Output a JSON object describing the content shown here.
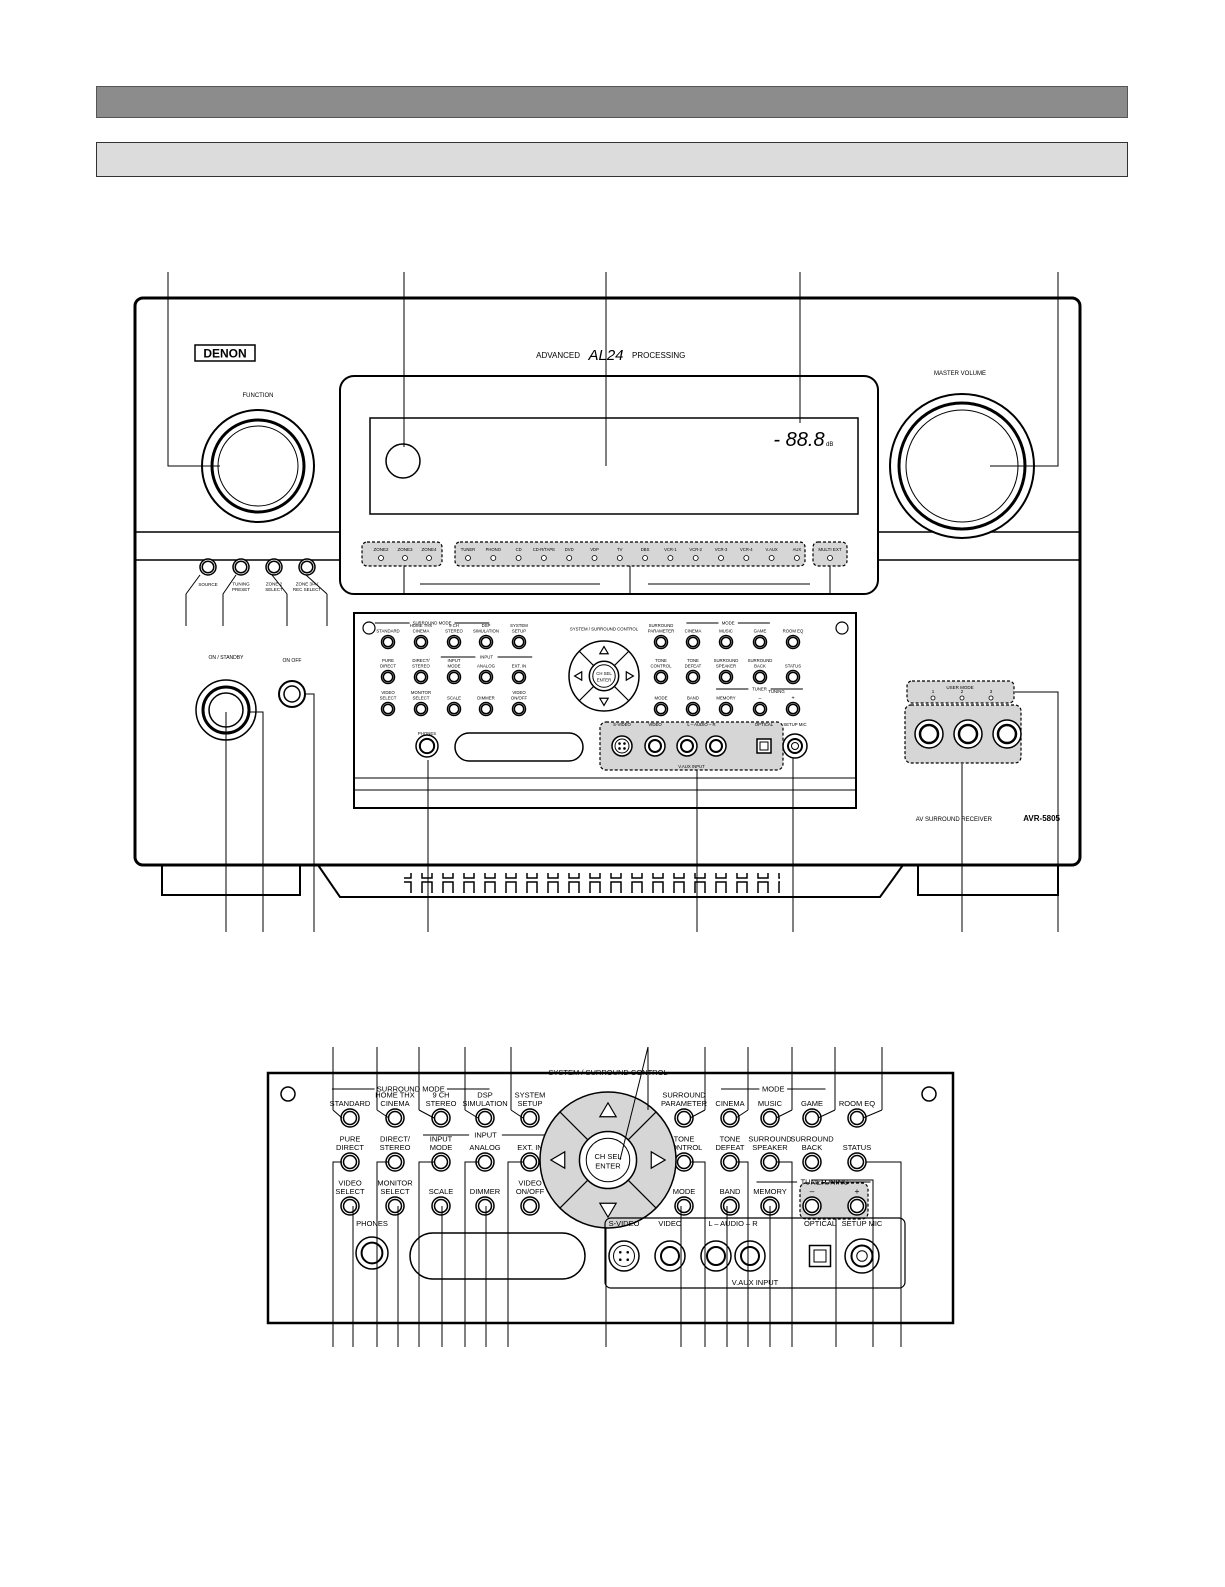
{
  "brand": "DENON",
  "processing": {
    "left": "ADVANCED",
    "logo": "AL24",
    "right": "PROCESSING"
  },
  "knob_labels": {
    "function": "FUNCTION",
    "master_volume": "MASTER VOLUME"
  },
  "display": {
    "volume_readout": "- 88.8",
    "unit": "dB"
  },
  "zones": [
    "ZONE2",
    "ZONE3",
    "ZONE4"
  ],
  "sources": [
    "TUNER",
    "PHONO",
    "CD",
    "CD-R/TAPE",
    "DVD",
    "VDP",
    "TV",
    "DBS",
    "VCR-1",
    "VCR-2",
    "VCR-3",
    "VCR-4",
    "V.AUX",
    "AUX"
  ],
  "multi_ext": "MULTI EXT",
  "left_buttons": [
    "SOURCE",
    "TUNING PRESET",
    "ZONE 2 SELECT",
    "ZONE 3/4 / REC SELECT"
  ],
  "power": {
    "standby": "ON / STANDBY",
    "switch": "ON  OFF"
  },
  "front_panel": {
    "surround_mode_title": "SURROUND MODE",
    "input_title": "INPUT",
    "mode_title": "MODE",
    "tuner_title": "TUNER",
    "joystick_title": "SYSTEM / SURROUND CONTROL",
    "joystick_center": "CH SEL ENTER",
    "row1": [
      "STANDARD",
      "HOME THX CINEMA",
      "9 CH STEREO",
      "DSP SIMULATION",
      "SYSTEM SETUP"
    ],
    "row2": [
      "PURE DIRECT",
      "DIRECT/ STEREO",
      "INPUT MODE",
      "ANALOG",
      "EXT. IN"
    ],
    "row3": [
      "VIDEO SELECT",
      "MONITOR SELECT",
      "SCALE",
      "DIMMER",
      "VIDEO ON/OFF"
    ],
    "right_row1": [
      "SURROUND PARAMETER",
      "CINEMA",
      "MUSIC",
      "GAME",
      "ROOM EQ"
    ],
    "right_row2": [
      "TONE CONTROL",
      "TONE DEFEAT",
      "SURROUND SPEAKER",
      "SURROUND BACK",
      "STATUS"
    ],
    "right_row3": [
      "MODE",
      "BAND",
      "MEMORY",
      "–",
      "+"
    ],
    "tuning": "TUNING",
    "phones": "PHONES",
    "v_aux": [
      "S-VIDEO",
      "VIDEO",
      "L – AUDIO – R",
      "OPTICAL"
    ],
    "v_aux_input": "V.AUX INPUT",
    "setup_mic": "SETUP MIC"
  },
  "user_mode": {
    "title": "USER MODE",
    "slots": [
      "1",
      "2",
      "3"
    ]
  },
  "model": {
    "text": "AV SURROUND RECEIVER",
    "name": "AVR-5805"
  }
}
